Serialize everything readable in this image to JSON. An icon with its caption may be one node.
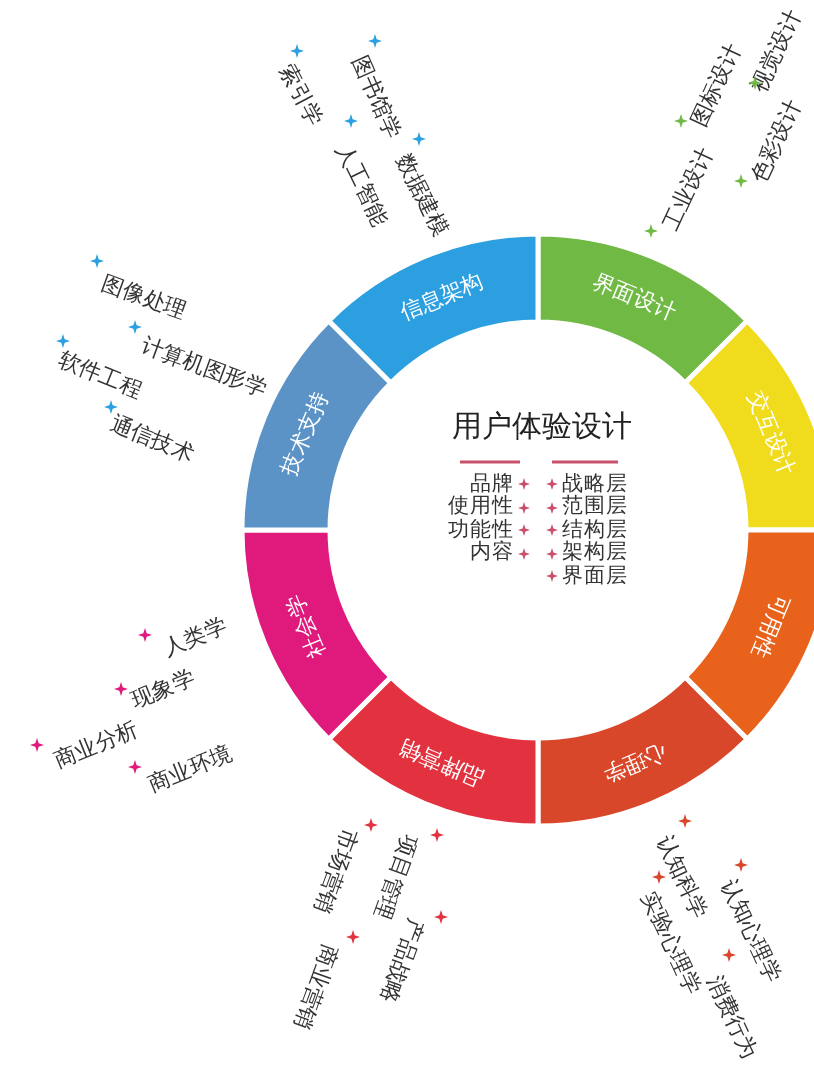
{
  "diagram": {
    "title": "用户体验设计",
    "nodes": [
      {
        "text": [
          "界面设计"
        ]
      },
      {
        "text": [
          "交互设计"
        ]
      },
      {
        "text": [
          "可用性"
        ]
      },
      {
        "text": [
          "心理学"
        ]
      },
      {
        "text": [
          "品牌营销"
        ]
      },
      {
        "text": [
          "社会学"
        ]
      },
      {
        "text": [
          "技术支持"
        ]
      },
      {
        "text": [
          "信息架构"
        ]
      }
    ],
    "labels": [
      "索引学",
      "图书馆学",
      "人工智能",
      "数据建模",
      "视觉设计",
      "图标设计",
      "色彩设计",
      "工业设计",
      "图像处理",
      "软件工程",
      "计算机图形学",
      "通信技术",
      "品牌",
      "使用性",
      "功能性",
      "内容",
      "战略层",
      "范围层",
      "结构层",
      "架构层",
      "界面层",
      "人类学",
      "现象学",
      "商业分析",
      "商业环境",
      "商业营销",
      "市场营销",
      "项目管理",
      "产品战略",
      "实验心理学",
      "认知科学",
      "消费行为",
      "认知心理学"
    ]
  }
}
